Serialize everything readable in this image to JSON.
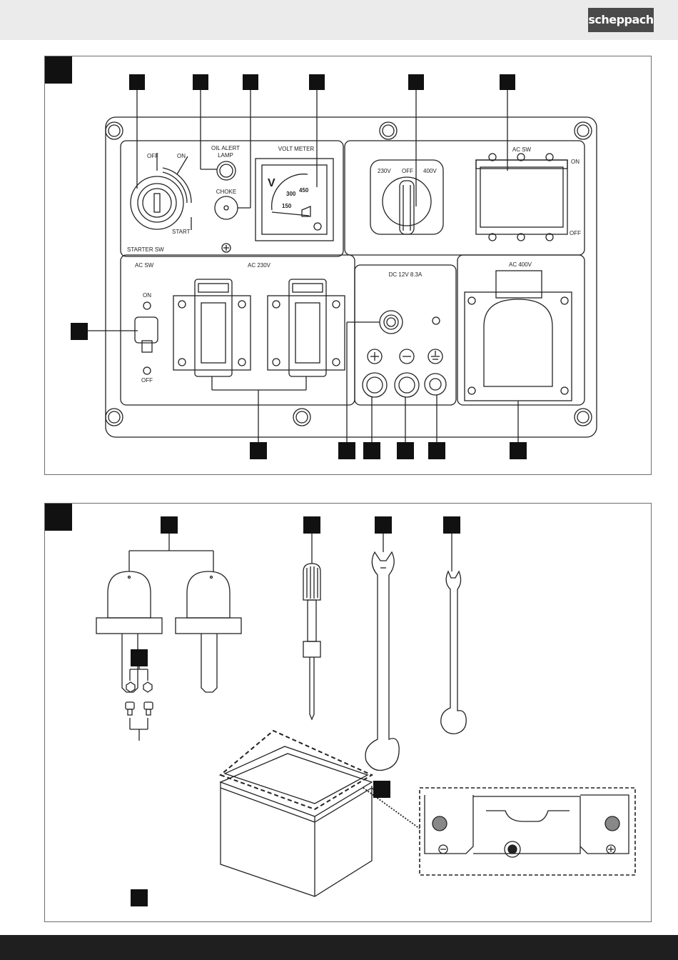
{
  "header": {
    "brand": "scheppach"
  },
  "figure1": {
    "labels": {
      "off_top": "OFF",
      "on_top": "ON",
      "start": "START",
      "starter_sw": "STARTER SW",
      "oil_alert_line1": "OIL ALERT",
      "oil_alert_line2": "LAMP",
      "choke": "CHOKE",
      "volt_meter": "VOLT METER",
      "meter_unit": "V",
      "meter_150": "150",
      "meter_300": "300",
      "meter_450": "450",
      "sel_230": "230V",
      "sel_off": "OFF",
      "sel_400": "400V",
      "ac_sw_top": "AC SW",
      "ac_sw_top_on": "ON",
      "ac_sw_top_off": "OFF",
      "ac_sw_left": "AC SW",
      "ac_sw_left_on": "ON",
      "ac_sw_left_off": "OFF",
      "ac_230v": "AC 230V",
      "dc_label": "DC 12V 8.3A",
      "ac_400v": "AC 400V"
    }
  }
}
